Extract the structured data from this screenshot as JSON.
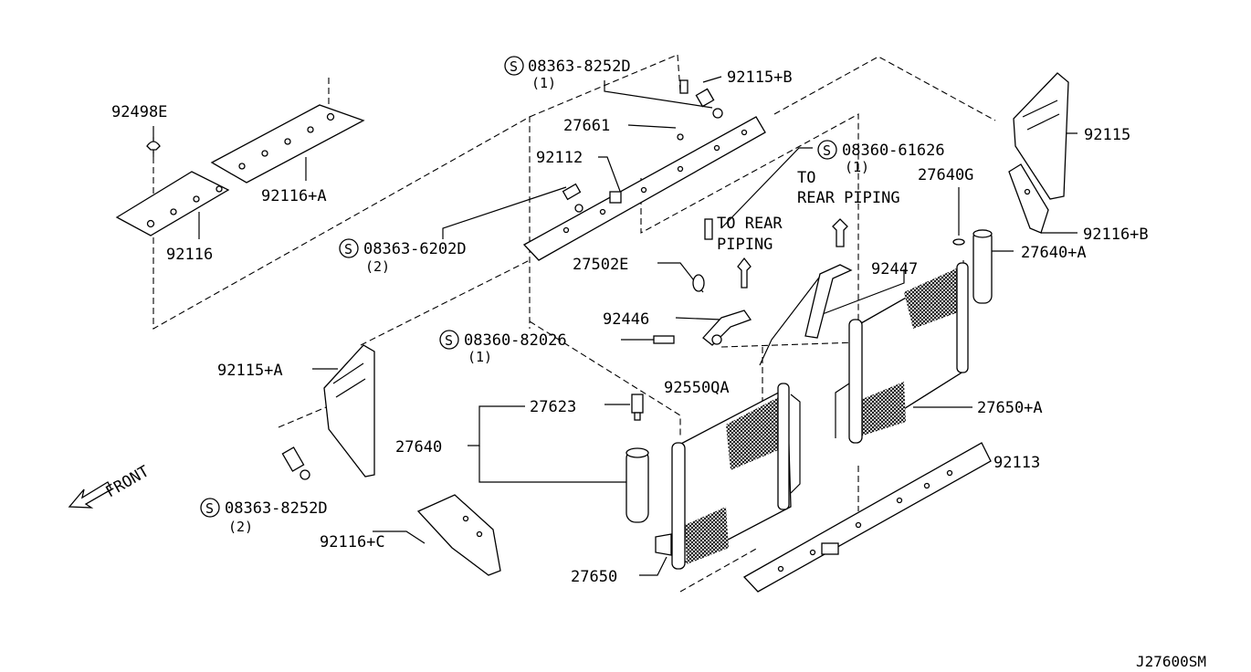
{
  "labels": {
    "p92498E": "92498E",
    "p92116A": "92116+A",
    "p92116": "92116",
    "p08363_8252D_top": "08363-8252D",
    "q1_top": "(1)",
    "p92115B": "92115+B",
    "p27661": "27661",
    "p92112": "92112",
    "p08363_6202D": "08363-6202D",
    "q2_mid": "(2)",
    "p08360_61626": "08360-61626",
    "q1_b": "(1)",
    "to_rear_piping_1": "TO",
    "to_rear_piping_2": "REAR PIPING",
    "p27640G": "27640G",
    "p92115": "92115",
    "p92116B": "92116+B",
    "p27640A": "27640+A",
    "to_rear_1": "TO REAR",
    "to_rear_2": "PIPING",
    "p27502E": "27502E",
    "p92447": "92447",
    "p92446": "92446",
    "p08360_82026": "08360-82026",
    "q1_c": "(1)",
    "p92115A": "92115+A",
    "p92550QA": "92550QA",
    "p27650A": "27650+A",
    "p27623": "27623",
    "p27640": "27640",
    "p92113": "92113",
    "front": "FRONT",
    "p08363_8252D_bot": "08363-8252D",
    "q2_bot": "(2)",
    "p92116C": "92116+C",
    "p27650": "27650",
    "ref": "J27600SM"
  },
  "symbols": {
    "screw_mark": "S"
  }
}
